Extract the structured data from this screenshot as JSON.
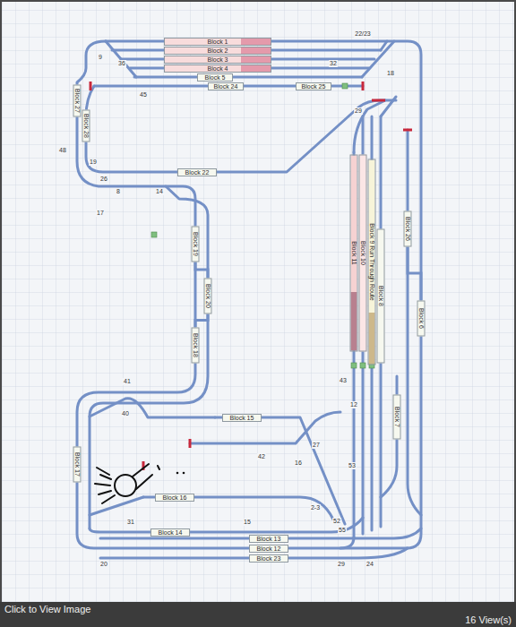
{
  "diagram": {
    "nodes": [
      {
        "text": [
          "Block 1"
        ]
      },
      {
        "text": [
          "Block 2"
        ]
      },
      {
        "text": [
          "Block 3"
        ]
      },
      {
        "text": [
          "Block 4"
        ]
      },
      {
        "text": [
          "Block 5"
        ]
      },
      {
        "text": [
          "Block 24"
        ]
      },
      {
        "text": [
          "Block 25"
        ]
      },
      {
        "text": [
          "Block 27"
        ]
      },
      {
        "text": [
          "Block 28"
        ]
      },
      {
        "text": [
          "Block 22"
        ]
      },
      {
        "text": [
          "Block 19"
        ]
      },
      {
        "text": [
          "Block 20"
        ]
      },
      {
        "text": [
          "Block 18"
        ]
      },
      {
        "text": [
          "Block 11"
        ]
      },
      {
        "text": [
          "Block 10"
        ]
      },
      {
        "text": [
          "Block 9 Run Through Route"
        ]
      },
      {
        "text": [
          "Block 8"
        ]
      },
      {
        "text": [
          "Block 26"
        ]
      },
      {
        "text": [
          "Block 6"
        ]
      },
      {
        "text": [
          "Block 7"
        ]
      },
      {
        "text": [
          "Block 15"
        ]
      },
      {
        "text": [
          "Block 17"
        ]
      },
      {
        "text": [
          "Block 16"
        ]
      },
      {
        "text": [
          "Block 14"
        ]
      },
      {
        "text": [
          "Block 13"
        ]
      },
      {
        "text": [
          "Block 12"
        ]
      },
      {
        "text": [
          "Block 23"
        ]
      }
    ],
    "edges": [
      {
        "from": 10,
        "to": 11,
        "arrow": "none"
      },
      {
        "from": 11,
        "to": 12,
        "arrow": "none"
      },
      {
        "from": 17,
        "to": 18,
        "arrow": "none"
      }
    ],
    "labels": [
      "9",
      "36",
      "45",
      "22/23",
      "32",
      "18",
      "48",
      "19",
      "26",
      "8",
      "14",
      "17",
      "29",
      "43",
      "12",
      "41",
      "40",
      "42",
      "16",
      "27",
      "53",
      "2-3",
      "52",
      "55",
      "15",
      "31",
      "20",
      "29",
      "24",
      "Click to View Image",
      "16 View(s)"
    ]
  }
}
